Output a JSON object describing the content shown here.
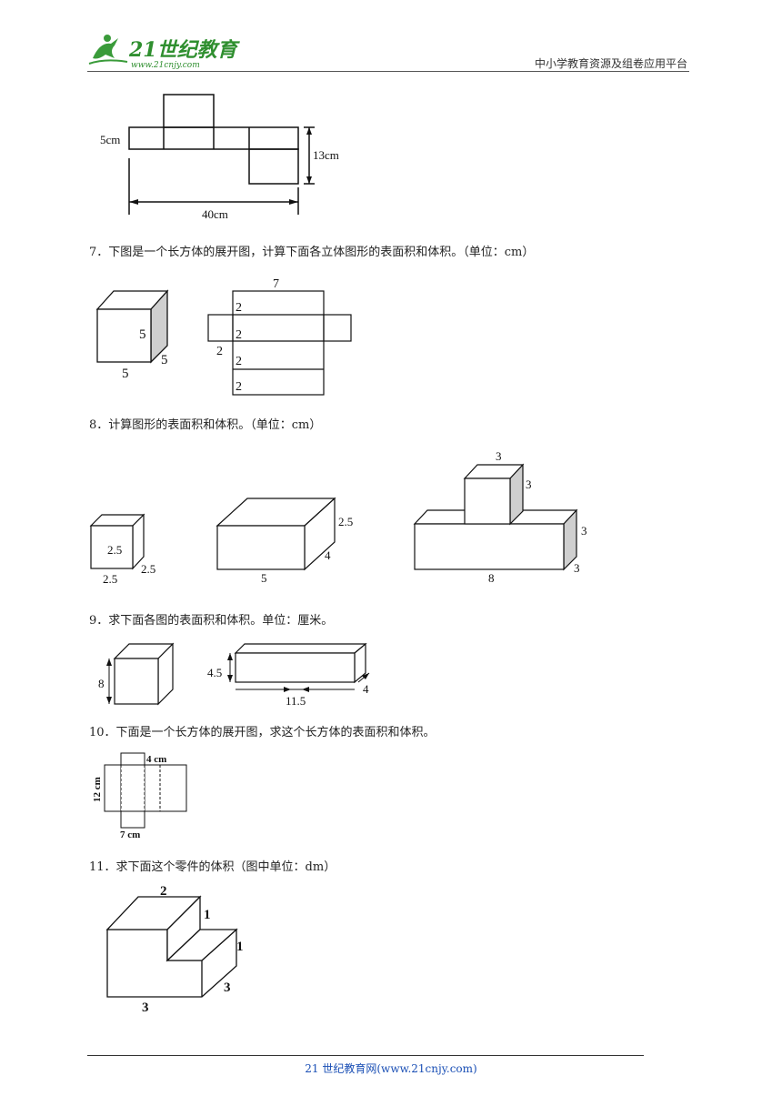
{
  "header": {
    "logo_text": "21世纪教育",
    "logo_url_text": "www.21cnjy.com",
    "right_text": "中小学教育资源及组卷应用平台"
  },
  "fig6": {
    "left_label": "5cm",
    "right_label": "13cm",
    "bottom_label": "40cm"
  },
  "q7": {
    "text": "7．下图是一个长方体的展开图，计算下面各立体图形的表面积和体积。（单位：cm）",
    "cube_labels": [
      "5",
      "5",
      "5"
    ],
    "net_top": "7",
    "net_side": "2",
    "net_rows": [
      "2",
      "2",
      "2",
      "2"
    ]
  },
  "q8": {
    "text": "8．计算图形的表面积和体积。（单位：cm）",
    "cube": [
      "2.5",
      "2.5",
      "2.5"
    ],
    "box": [
      "2.5",
      "4",
      "5"
    ],
    "composite": [
      "3",
      "3",
      "3",
      "3",
      "8"
    ]
  },
  "q9": {
    "text": "9．求下面各图的表面积和体积。单位：厘米。",
    "cube": "8",
    "box": [
      "4.5",
      "11.5",
      "4"
    ]
  },
  "q10": {
    "text": "10．下面是一个长方体的展开图，求这个长方体的表面积和体积。",
    "labels": [
      "4 cm",
      "12 cm",
      "7 cm"
    ]
  },
  "q11": {
    "text": "11．求下面这个零件的体积（图中单位：dm）",
    "labels": [
      "2",
      "1",
      "1",
      "3",
      "3"
    ]
  },
  "footer": {
    "text": "21 世纪教育网(www.21cnjy.com)"
  }
}
